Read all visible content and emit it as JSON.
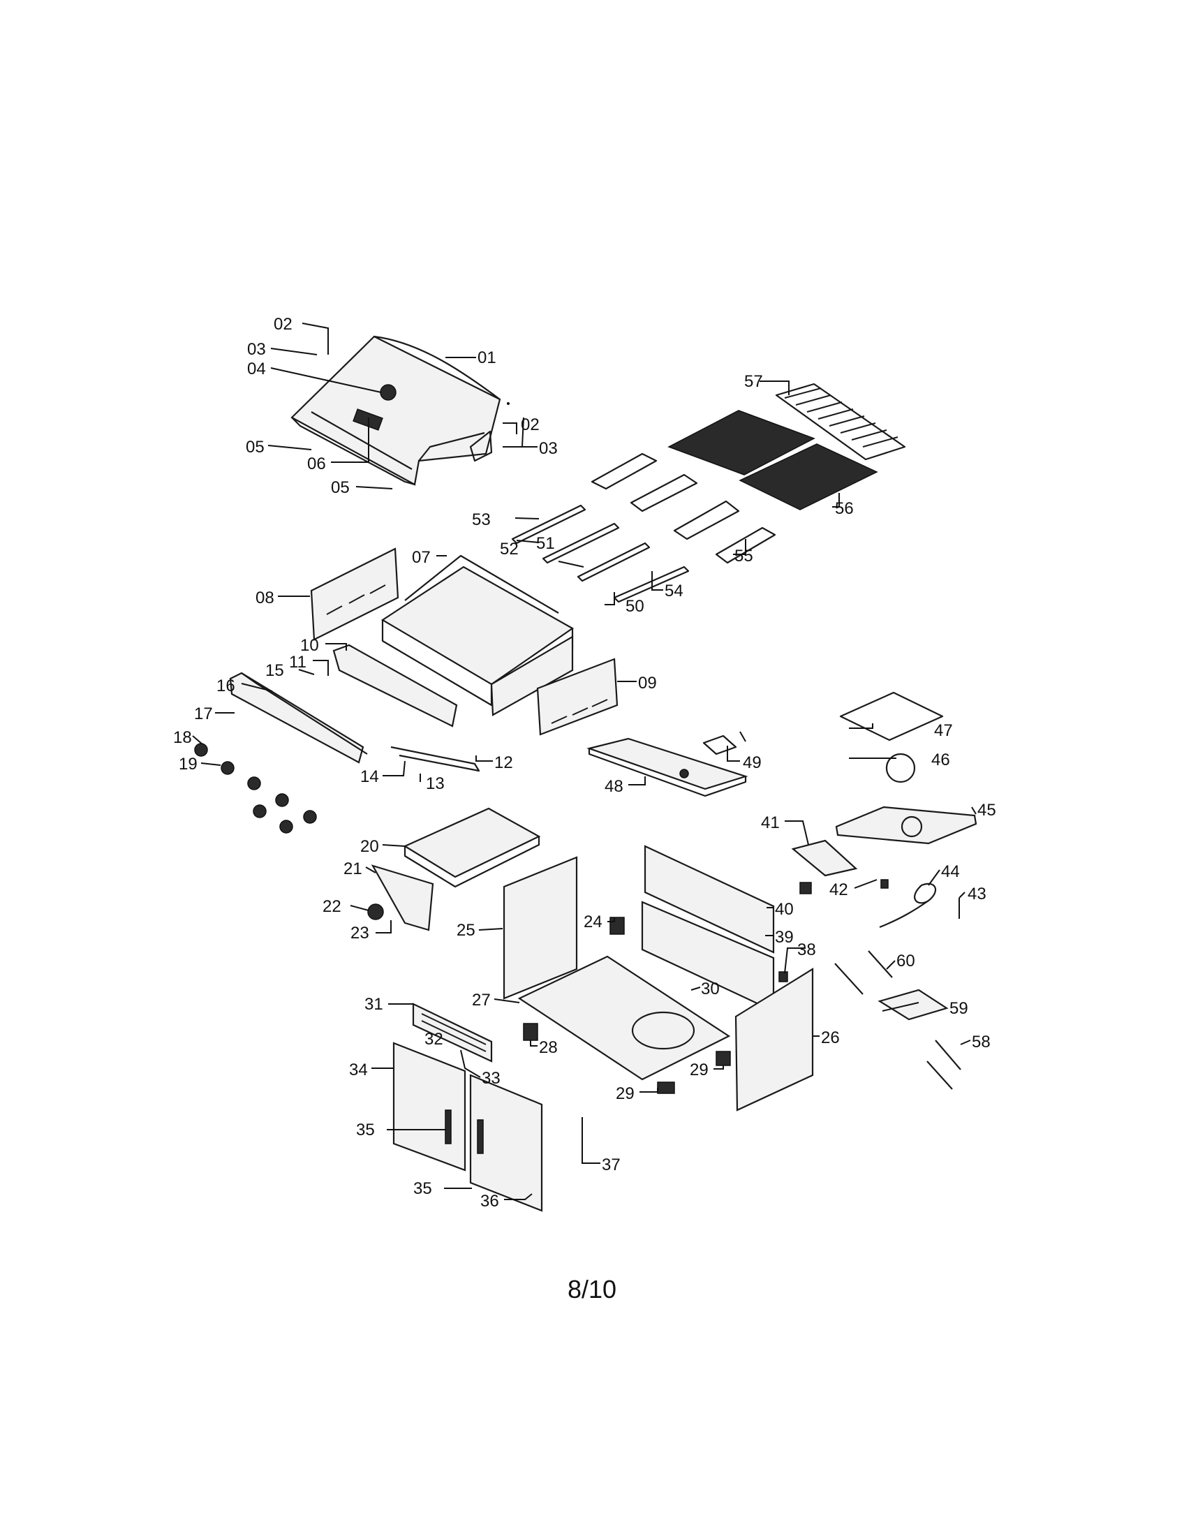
{
  "page_number": "8/10",
  "callouts": [
    {
      "id": "01",
      "text": "01"
    },
    {
      "id": "02a",
      "text": "02"
    },
    {
      "id": "02b",
      "text": "02"
    },
    {
      "id": "03a",
      "text": "03"
    },
    {
      "id": "03b",
      "text": "03"
    },
    {
      "id": "04",
      "text": "04"
    },
    {
      "id": "05a",
      "text": "05"
    },
    {
      "id": "05b",
      "text": "05"
    },
    {
      "id": "06",
      "text": "06"
    },
    {
      "id": "07",
      "text": "07"
    },
    {
      "id": "08",
      "text": "08"
    },
    {
      "id": "09",
      "text": "09"
    },
    {
      "id": "10",
      "text": "10"
    },
    {
      "id": "11",
      "text": "11"
    },
    {
      "id": "12",
      "text": "12"
    },
    {
      "id": "13",
      "text": "13"
    },
    {
      "id": "14",
      "text": "14"
    },
    {
      "id": "15",
      "text": "15"
    },
    {
      "id": "16",
      "text": "16"
    },
    {
      "id": "17",
      "text": "17"
    },
    {
      "id": "18",
      "text": "18"
    },
    {
      "id": "19",
      "text": "19"
    },
    {
      "id": "20",
      "text": "20"
    },
    {
      "id": "21",
      "text": "21"
    },
    {
      "id": "22",
      "text": "22"
    },
    {
      "id": "23",
      "text": "23"
    },
    {
      "id": "24",
      "text": "24"
    },
    {
      "id": "25",
      "text": "25"
    },
    {
      "id": "26",
      "text": "26"
    },
    {
      "id": "27",
      "text": "27"
    },
    {
      "id": "28",
      "text": "28"
    },
    {
      "id": "29a",
      "text": "29"
    },
    {
      "id": "29b",
      "text": "29"
    },
    {
      "id": "30",
      "text": "30"
    },
    {
      "id": "31",
      "text": "31"
    },
    {
      "id": "32",
      "text": "32"
    },
    {
      "id": "33",
      "text": "33"
    },
    {
      "id": "34",
      "text": "34"
    },
    {
      "id": "35a",
      "text": "35"
    },
    {
      "id": "35b",
      "text": "35"
    },
    {
      "id": "36",
      "text": "36"
    },
    {
      "id": "37",
      "text": "37"
    },
    {
      "id": "38",
      "text": "38"
    },
    {
      "id": "39",
      "text": "39"
    },
    {
      "id": "40",
      "text": "40"
    },
    {
      "id": "41",
      "text": "41"
    },
    {
      "id": "42",
      "text": "42"
    },
    {
      "id": "43",
      "text": "43"
    },
    {
      "id": "44",
      "text": "44"
    },
    {
      "id": "45",
      "text": "45"
    },
    {
      "id": "46",
      "text": "46"
    },
    {
      "id": "47",
      "text": "47"
    },
    {
      "id": "48",
      "text": "48"
    },
    {
      "id": "49",
      "text": "49"
    },
    {
      "id": "50",
      "text": "50"
    },
    {
      "id": "51",
      "text": "51"
    },
    {
      "id": "52",
      "text": "52"
    },
    {
      "id": "53",
      "text": "53"
    },
    {
      "id": "54",
      "text": "54"
    },
    {
      "id": "55",
      "text": "55"
    },
    {
      "id": "56",
      "text": "56"
    },
    {
      "id": "57",
      "text": "57"
    },
    {
      "id": "58",
      "text": "58"
    },
    {
      "id": "59",
      "text": "59"
    },
    {
      "id": "60",
      "text": "60"
    }
  ]
}
